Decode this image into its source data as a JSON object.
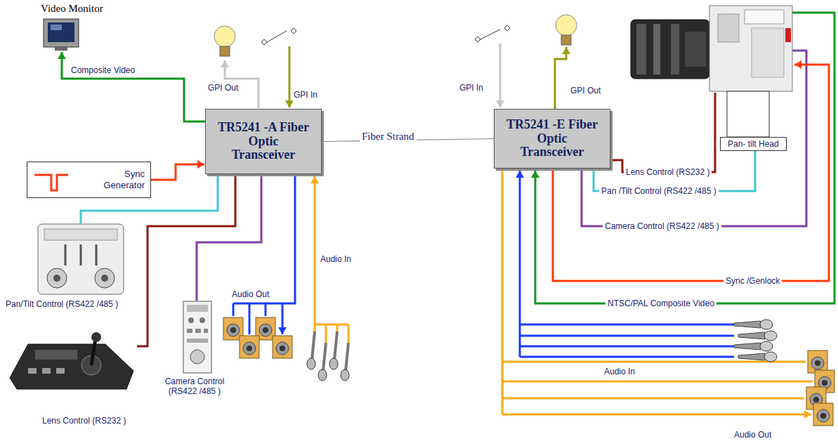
{
  "diagram": {
    "nodes": [
      {
        "text": [
          "Video Monitor"
        ]
      },
      {
        "text": [
          "Sync Generator"
        ]
      },
      {
        "text": [
          "TR5241 -A Fiber Optic Transceiver"
        ]
      },
      {
        "text": [
          "TR5241 -E Fiber Optic Transceiver"
        ]
      },
      {
        "text": [
          "Pan/Tilt Control (RS422 /485 )"
        ]
      },
      {
        "text": [
          "Lens Control (RS232 )"
        ]
      },
      {
        "text": [
          "Camera Control (RS422 /485 )"
        ]
      },
      {
        "text": [
          "Pan- tilt Head"
        ]
      }
    ],
    "edges": [
      {
        "from": 2,
        "to": 0,
        "arrow": "to",
        "label": "Composite Video"
      },
      {
        "from": 1,
        "to": 2,
        "arrow": "to"
      },
      {
        "from": 4,
        "to": 2,
        "arrow": "none"
      },
      {
        "from": 5,
        "to": 2,
        "arrow": "none"
      },
      {
        "from": 6,
        "to": 2,
        "arrow": "none"
      },
      {
        "from": 2,
        "to": 3,
        "arrow": "none",
        "label": "Fiber Strand"
      },
      {
        "from": 3,
        "to": 7,
        "arrow": "none",
        "label": "Pan /Tilt Control (RS422 /485 )"
      }
    ],
    "labels": [
      "GPI Out",
      "GPI In",
      "GPI In",
      "GPI Out",
      "Audio Out",
      "Audio In",
      "Lens Control (RS232 )",
      "Camera Control (RS422 /485 )",
      "Sync /Genlock",
      "NTSC/PAL Composite Video",
      "Audio In",
      "Audio Out"
    ]
  }
}
